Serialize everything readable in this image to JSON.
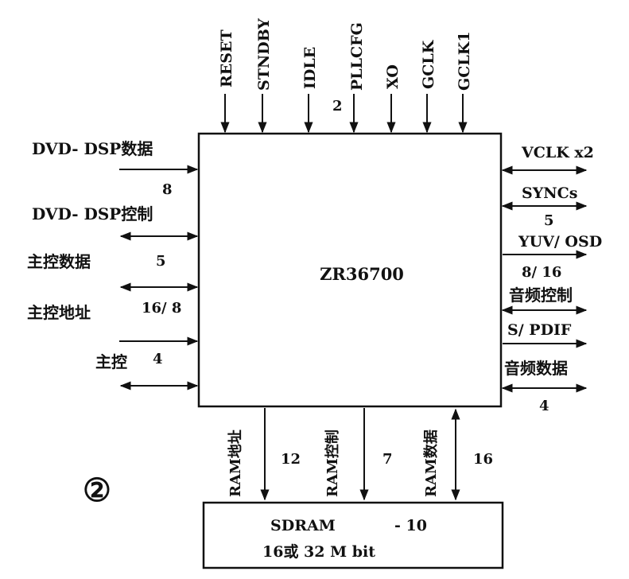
{
  "chip": {
    "name": "ZR36700"
  },
  "top_pins": [
    {
      "label": "RESET",
      "bus": ""
    },
    {
      "label": "STNDBY",
      "bus": ""
    },
    {
      "label": "IDLE",
      "bus": ""
    },
    {
      "label": "PLLCFG",
      "bus": "2"
    },
    {
      "label": "XO",
      "bus": ""
    },
    {
      "label": "GCLK",
      "bus": ""
    },
    {
      "label": "GCLK1",
      "bus": ""
    }
  ],
  "left_signals": [
    {
      "label": "DVD- DSP数据",
      "bus": "8"
    },
    {
      "label": "DVD- DSP控制",
      "bus": ""
    },
    {
      "label": "主控数据",
      "bus": "5"
    },
    {
      "label": "主控地址",
      "bus": "16/ 8"
    },
    {
      "label": "主控",
      "bus": "4"
    }
  ],
  "right_signals": [
    {
      "label": "VCLK x2",
      "bus": ""
    },
    {
      "label": "SYNCs",
      "bus": "5"
    },
    {
      "label": "YUV/ OSD",
      "bus": "8/ 16"
    },
    {
      "label": "音频控制",
      "bus": ""
    },
    {
      "label": "S/ PDIF",
      "bus": ""
    },
    {
      "label": "音频数据",
      "bus": "4"
    }
  ],
  "bottom_signals": [
    {
      "label": "RAM地址",
      "bus": "12"
    },
    {
      "label": "RAM控制",
      "bus": "7"
    },
    {
      "label": "RAM数据",
      "bus": "16"
    }
  ],
  "memory": {
    "line1": "SDRAM",
    "line2": "- 10",
    "line3": "16或 32 M bit"
  },
  "figure_marker": "②"
}
